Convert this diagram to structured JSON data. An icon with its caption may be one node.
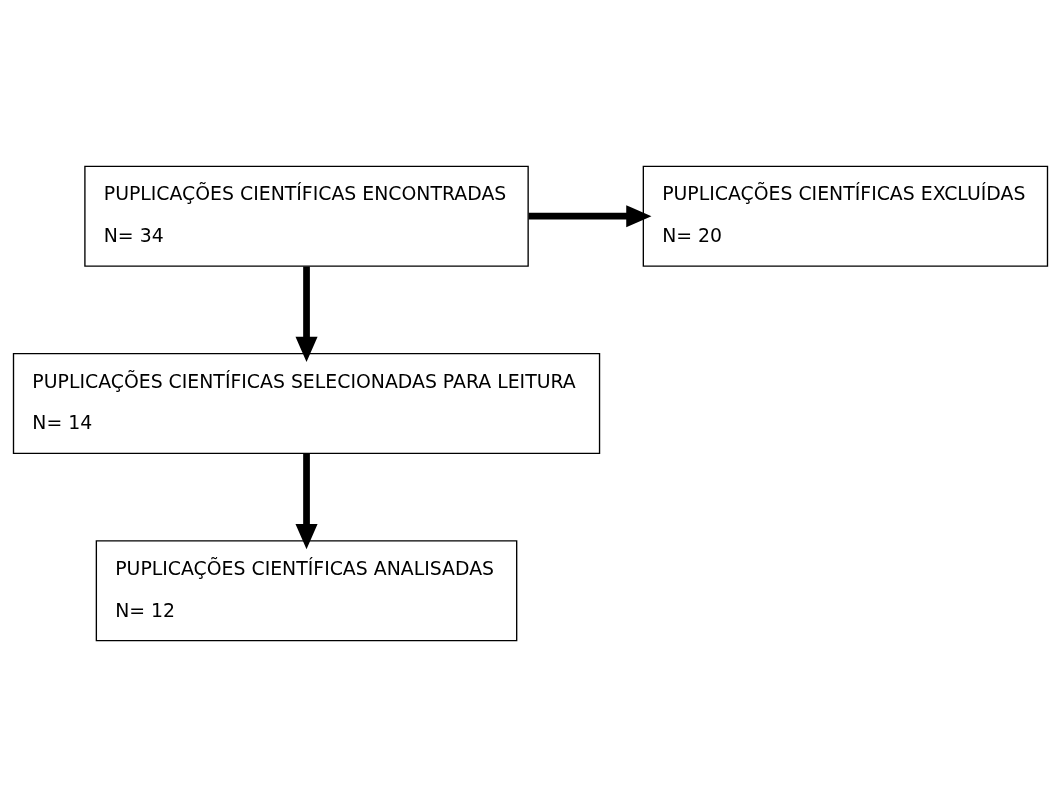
{
  "diagram": {
    "nodes": [
      {
        "text": [
          "PUPLICAÇÕES CIENTÍFICAS ENCONTRADAS",
          "N= 34"
        ]
      },
      {
        "text": [
          "PUPLICAÇÕES CIENTÍFICAS EXCLUÍDAS",
          "N= 20"
        ]
      },
      {
        "text": [
          "PUPLICAÇÕES CIENTÍFICAS SELECIONADAS PARA LEITURA",
          "N= 14"
        ]
      },
      {
        "text": [
          "PUPLICAÇÕES CIENTÍFICAS ANALISADAS",
          "N= 12"
        ]
      }
    ],
    "edges": [
      {
        "from": 0,
        "to": 1,
        "arrow": "to"
      },
      {
        "from": 0,
        "to": 2,
        "arrow": "to"
      },
      {
        "from": 2,
        "to": 3,
        "arrow": "to"
      }
    ]
  }
}
